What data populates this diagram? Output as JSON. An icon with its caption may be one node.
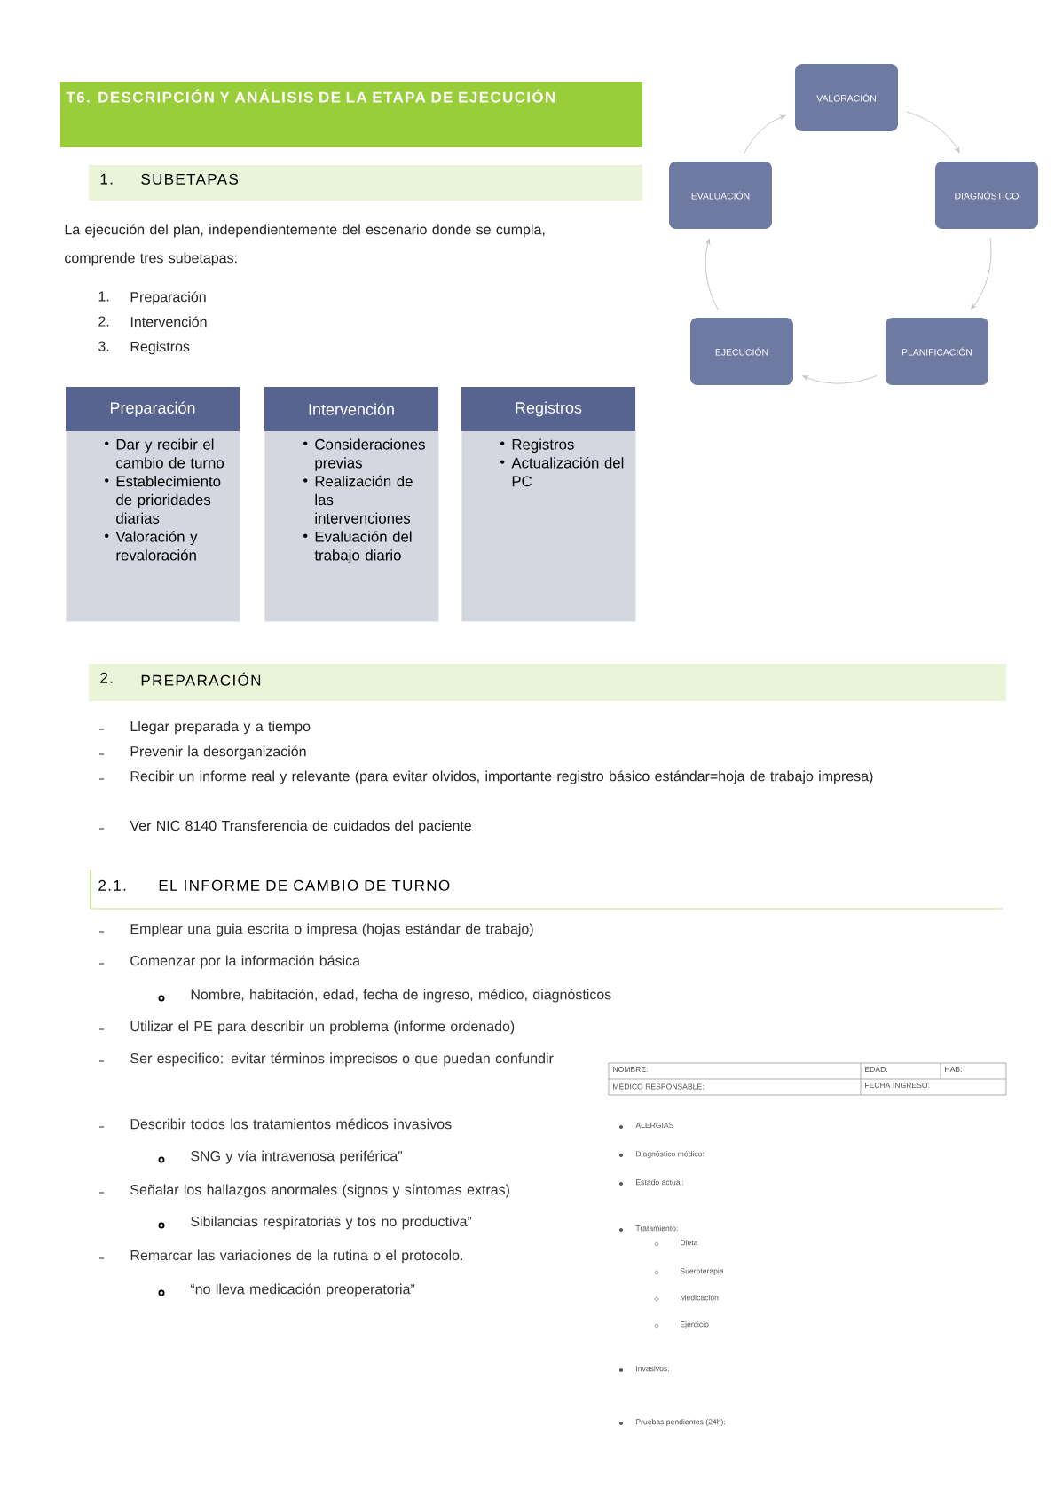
{
  "diagram": {
    "title": "T6. DESCRIPCIÓN Y ANÁLISIS DE LA ETAPA DE EJECUCIÓN",
    "nodes": [
      {
        "text": [
          "VALORACIÓN"
        ]
      },
      {
        "text": [
          "DIAGNÓSTICO"
        ]
      },
      {
        "text": [
          "PLANIFICACIÓN"
        ]
      },
      {
        "text": [
          "EJECUCIÓN"
        ]
      },
      {
        "text": [
          "EVALUACIÓN"
        ]
      },
      {
        "text": [
          "Preparación",
          "Dar y recibir el cambio de turno",
          "Establecimiento de prioridades diarias",
          "Valoración y revaloración"
        ]
      },
      {
        "text": [
          "Intervención",
          "Consideraciones previas",
          "Realización de las intervenciones",
          "Evaluación del trabajo diario"
        ]
      },
      {
        "text": [
          "Registros",
          "Registros",
          "Actualización del PC"
        ]
      }
    ],
    "edges": [
      {
        "from": 0,
        "to": 1,
        "arrow": "to"
      },
      {
        "from": 1,
        "to": 2,
        "arrow": "to"
      },
      {
        "from": 2,
        "to": 3,
        "arrow": "to"
      },
      {
        "from": 3,
        "to": 4,
        "arrow": "to"
      },
      {
        "from": 4,
        "to": 0,
        "arrow": "to"
      }
    ],
    "labels": [
      "1.",
      "SUBETAPAS",
      "La ejecución del plan, independientemente del escenario donde se cumpla, comprende tres subetapas:",
      "1.",
      "Preparación",
      "2.",
      "Intervención",
      "3.",
      "Registros",
      "2.",
      "PREPARACIÓN",
      "Llegar preparada y a tiempo",
      "Prevenir la desorganización",
      "Recibir un informe real y relevante (para evitar olvidos, importante registro básico estándar=hoja de trabajo impresa)",
      "Ver NIC 8140 Transferencia de cuidados del paciente",
      "2.1.",
      "EL INFORME DE CAMBIO DE TURNO",
      "Emplear una guia escrita o impresa (hojas estándar de trabajo)",
      "Comenzar por la información básica",
      "Nombre, habitación, edad, fecha de ingreso, médico, diagnósticos",
      "Utilizar el PE para describir un problema (informe ordenado)",
      "Ser especifico: evitar términos imprecisos o que puedan confundir",
      "Describir todos los tratamientos médicos invasivos",
      "SNG y vía intravenosa periférica”",
      "Señalar los hallazgos anormales (signos y síntomas extras)",
      "Sibilancias respiratorias y tos no productiva”",
      "Remarcar las variaciones de la rutina o el protocolo.",
      "“no lleva medicación preoperatoria”",
      "NOMBRE:",
      "EDAD:",
      "HAB:",
      "MÉDICO RESPONSABLE:",
      "FECHA INGRESO:",
      "ALERGIAS",
      "Diagnóstico médico:",
      "Estado actual:",
      "Tratamiento:",
      "Dieta",
      "Sueroterapia",
      "Medicación",
      "Ejercicio",
      "Invasivos:",
      "Pruebas pendientes (24h):"
    ]
  }
}
